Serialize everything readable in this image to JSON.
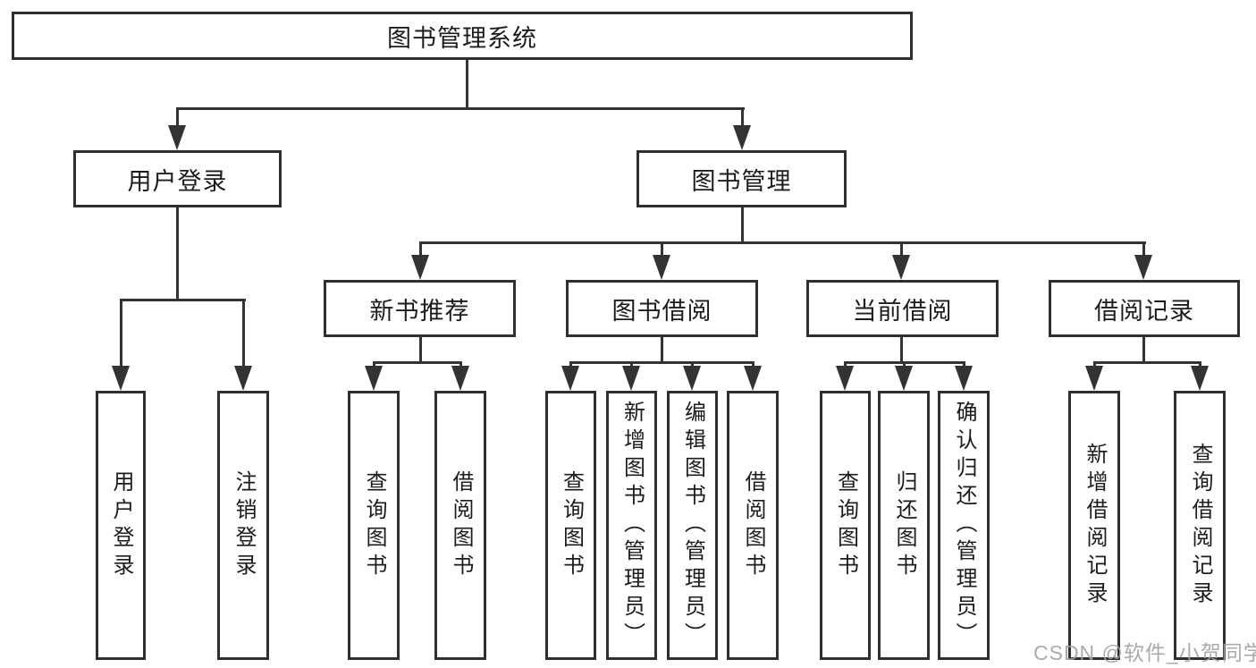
{
  "tree": {
    "label": "图书管理系统",
    "children": [
      {
        "label": "用户登录",
        "children": [
          {
            "label": "用户登录"
          },
          {
            "label": "注销登录"
          }
        ]
      },
      {
        "label": "图书管理",
        "children": [
          {
            "label": "新书推荐",
            "children": [
              {
                "label": "查询图书"
              },
              {
                "label": "借阅图书"
              }
            ]
          },
          {
            "label": "图书借阅",
            "children": [
              {
                "label": "查询图书"
              },
              {
                "label": "新增图书（管理员）"
              },
              {
                "label": "编辑图书（管理员）"
              },
              {
                "label": "借阅图书"
              }
            ]
          },
          {
            "label": "当前借阅",
            "children": [
              {
                "label": "查询图书"
              },
              {
                "label": "归还图书"
              },
              {
                "label": "确认归还（管理员）"
              }
            ]
          },
          {
            "label": "借阅记录",
            "children": [
              {
                "label": "新增借阅记录"
              },
              {
                "label": "查询借阅记录"
              }
            ]
          }
        ]
      }
    ]
  },
  "watermark": {
    "text": "CSDN @软件_小贺同学"
  },
  "colors": {
    "background": "#ffffff",
    "box_border": "#2f2f2f",
    "connector": "#333333",
    "text": "#1c1c1c",
    "watermark": "#a3a3a3"
  }
}
